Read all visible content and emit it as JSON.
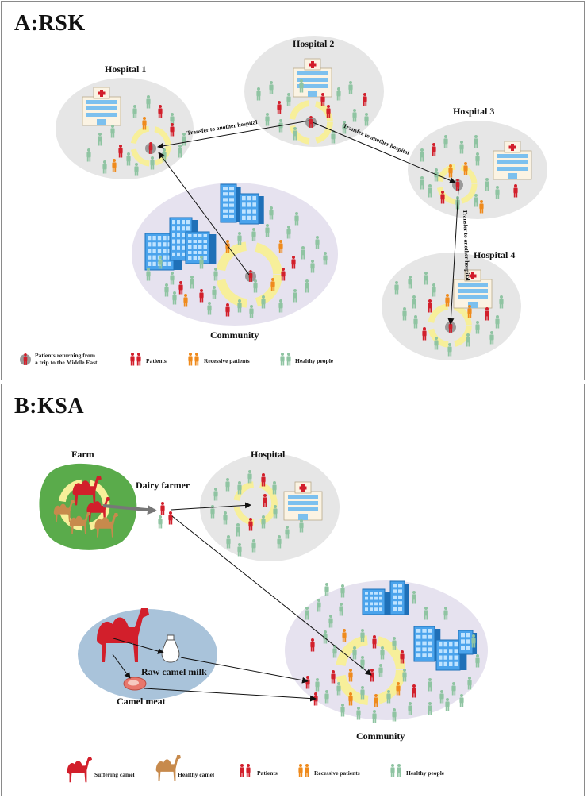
{
  "panel_a": {
    "title": "A:RSK",
    "hospitals": [
      "Hospital 1",
      "Hospital 2",
      "Hospital 3",
      "Hospital 4"
    ],
    "community": "Community",
    "transfer_label": "Transfer to another hospital",
    "legend": {
      "returning_line1": "Patients returning from",
      "returning_line2": "a trip to the Middle East",
      "patients": "Patients",
      "recessive": "Recessive patients",
      "healthy": "Healthy people"
    }
  },
  "panel_b": {
    "title": "B:KSA",
    "farm": "Farm",
    "dairy_farmer": "Dairy farmer",
    "hospital": "Hospital",
    "raw_milk": "Raw camel milk",
    "camel_meat": "Camel meat",
    "community": "Community",
    "legend": {
      "suffering_camel": "Suffering camel",
      "healthy_camel": "Healthy camel",
      "patients": "Patients",
      "recessive": "Recessive patients",
      "healthy": "Healthy people"
    }
  },
  "colors": {
    "patient": "#d21f2b",
    "recessive": "#ef8a1c",
    "healthy": "#8fc4a2",
    "building": "#2f8fe0",
    "yellow_ring": "#f7ef9a",
    "gray_zone": "#e6e6e6",
    "lavender_zone": "#e6e2ef",
    "farm_green": "#5aab4b",
    "blue_zone": "#a9c3da",
    "camel_healthy": "#c78a4c"
  }
}
